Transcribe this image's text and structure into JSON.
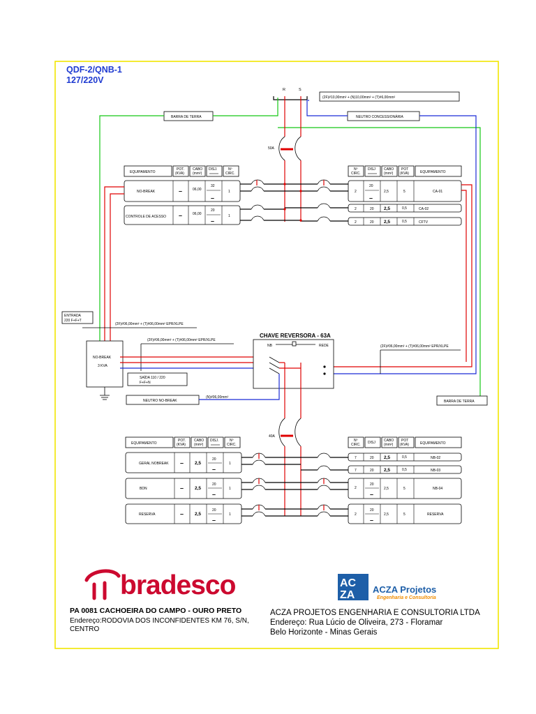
{
  "panel": {
    "title": "QDF-2/QNB-1",
    "voltage": "127/220V"
  },
  "phases": [
    "R",
    "S"
  ],
  "top_cable": "(2F)#10,00mm² + (N)10,00mm² + (T)#6,00mm²",
  "barra_terra": "BARRA DE TERRA",
  "neutro_conc": "NEUTRO CONCESSIONÁRIA",
  "main_breaker": "50A",
  "dash": "–",
  "headers_left": {
    "equip": "EQUIPAMENTO",
    "pot1": "POT.",
    "pot2": "(KVA)",
    "cabo1": "CABO",
    "cabo2": "(mm²)",
    "disj": "DISJ.",
    "circ1": "Nº",
    "circ2": "CIRC."
  },
  "headers_right": {
    "circ1": "Nº",
    "circ2": "CIRC.",
    "disj": "DISJ",
    "cabo1": "CABO",
    "cabo2": "(mm²)",
    "pot1": "POT",
    "pot2": "(KVA)",
    "equip": "EQUIPAMENTO"
  },
  "upper_left": [
    {
      "equip": "NO-BREAK",
      "pot": "–",
      "cabo": "06,00",
      "disj": "32",
      "circ": "1"
    },
    {
      "equip": "CONTROLE DE ACESSO",
      "pot": "–",
      "cabo": "06,00",
      "disj": "20",
      "circ": "1"
    }
  ],
  "upper_right": [
    {
      "circ": "2",
      "disj": "20",
      "cabo": "2,5",
      "pot": "5",
      "equip": "CA-01"
    },
    {
      "circ": "2",
      "disj": "20",
      "cabo": "2,5",
      "pot": "0,5",
      "equip": "CA-02"
    },
    {
      "circ": "2",
      "disj": "20",
      "cabo": "2,5",
      "pot": "0,5",
      "equip": "CFTV"
    }
  ],
  "entrada": {
    "line1": "ENTRADA",
    "line2": "220 F+F+T"
  },
  "entrada_cable": "(2F)#06,00mm² + (T)#06,00mm² EPR/XLPE",
  "nobreak_cable": "(2F)#06,00mm² + (T)#06,00mm² EPR/XLPE",
  "nobreak": {
    "name": "NO-BREAK",
    "kva": "3 KVA"
  },
  "saida": {
    "line1": "SAÍDA 110 / 220",
    "line2": "F+F+N"
  },
  "chave": {
    "title": "CHAVE REVERSORA - 63A",
    "nb": "NB",
    "rede": "REDE"
  },
  "right_cable": "(2F)#06,00mm² + (T)#06,00mm² EPR/XLPE",
  "neutro_nb": "NEUTRO NO-BREAK",
  "neutro_nb_cable": "(N)#06,00mm²",
  "barra_terra2": "BARRA DE TERRA",
  "lower_breaker": "40A",
  "lower_left": [
    {
      "equip": "GERAL NOBREAK",
      "pot": "–",
      "cabo": "2,5",
      "disj": "20",
      "circ": "1"
    },
    {
      "equip": "BDN",
      "pot": "–",
      "cabo": "2,5",
      "disj": "20",
      "circ": "1"
    },
    {
      "equip": "RESERVA",
      "pot": "–",
      "cabo": "2,5",
      "disj": "20",
      "circ": "1"
    }
  ],
  "lower_right": [
    {
      "circ": "7",
      "disj": "20",
      "cabo": "2,5",
      "pot": "0,5",
      "equip": "NB-02"
    },
    {
      "circ": "7",
      "disj": "20",
      "cabo": "2,5",
      "pot": "0,5",
      "equip": "NB-03"
    },
    {
      "circ": "2",
      "disj": "20",
      "cabo": "2,5",
      "pot": "5",
      "equip": "NB-04"
    },
    {
      "circ": "2",
      "disj": "20",
      "cabo": "2,5",
      "pot": "5",
      "equip": "RESERVA"
    }
  ],
  "brand": {
    "name": "bradesco",
    "color": "#cc092f"
  },
  "site": {
    "title": "PA 0081 CACHOEIRA DO CAMPO - OURO PRETO",
    "address1": "Endereço:RODOVIA DOS INCONFIDENTES KM 76, S/N,",
    "address2": "CENTRO"
  },
  "company_logo": {
    "name": "ACZA Projetos",
    "sub": "Engenharia e Consultoria",
    "color": "#1e5fa8",
    "mark": "ACZA"
  },
  "company": {
    "name": "ACZA PROJETOS ENGENHARIA E CONSULTORIA LTDA",
    "address": "Endereço: Rua Lúcio de Oliveira, 273 - Floramar",
    "city": "Belo Horizonte - Minas Gerais"
  },
  "colors": {
    "frame": "#f2e600",
    "phase": "#e00000",
    "ground": "#14c814",
    "neutral": "#1a2bd6"
  }
}
